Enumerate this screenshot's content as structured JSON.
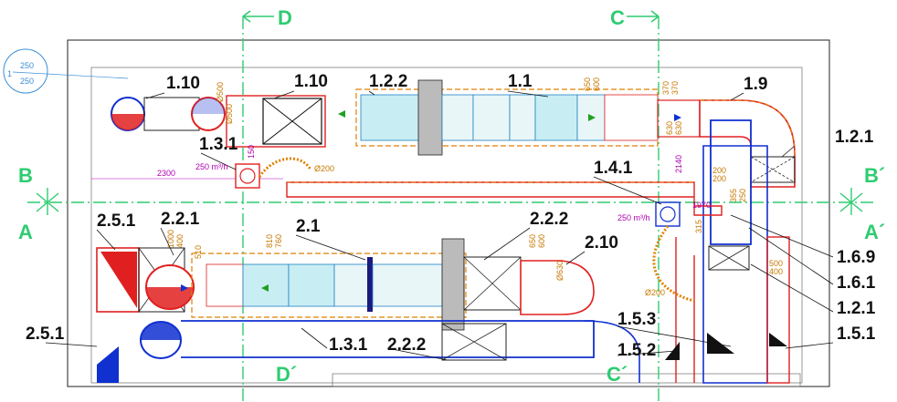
{
  "section_marks": {
    "D_top": "D",
    "C_top": "C",
    "B_left": "B",
    "A_left": "A",
    "B_right": "B´",
    "A_right": "A´",
    "D_bottom": "D´",
    "C_bottom": "C´"
  },
  "corner_tag": {
    "top": "250",
    "bottom": "250"
  },
  "labels": {
    "l_1_10_a": "1.10",
    "l_1_10_b": "1.10",
    "l_1_2_2": "1.2.2",
    "l_1_1": "1.1",
    "l_1_9": "1.9",
    "l_1_3_1": "1.3.1",
    "l_1_2_1_a": "1.2.1",
    "l_1_4_1": "1.4.1",
    "l_2_5_1_a": "2.5.1",
    "l_2_2_1": "2.2.1",
    "l_2_1": "2.1",
    "l_2_2_2_a": "2.2.2",
    "l_2_10": "2.10",
    "l_1_6_9": "1.6.9",
    "l_1_6_1": "1.6.1",
    "l_1_2_1_b": "1.2.1",
    "l_2_5_1_b": "2.5.1",
    "l_1_3_1_b": "1.3.1",
    "l_2_2_2_b": "2.2.2",
    "l_1_5_3": "1.5.3",
    "l_1_5_2": "1.5.2",
    "l_1_5_1": "1.5.1"
  },
  "dims": {
    "d2300": "2300",
    "d250_left": "250 m³/h",
    "d200_left": "Ø200",
    "d250_right": "250 m³/h",
    "d1970": "1970",
    "d2140": "2140",
    "d200_bottom": "Ø200",
    "d200_200": "200",
    "d200_200b": "200",
    "d355": "355",
    "d250v": "250",
    "d500": "500",
    "d400": "400",
    "d500_400_a": "500",
    "d650_600": "650",
    "d600": "600",
    "d370": "370",
    "d370b": "370",
    "d630": "630",
    "d630b": "630",
    "d500v": "Ø500",
    "d500v2": "Ø500",
    "d150": "150",
    "d1000": "1000",
    "d400v": "400",
    "d510": "510",
    "d810": "810",
    "d760": "760",
    "d650": "650",
    "d600b": "600",
    "d630c": "Ø630",
    "d315": "315"
  }
}
